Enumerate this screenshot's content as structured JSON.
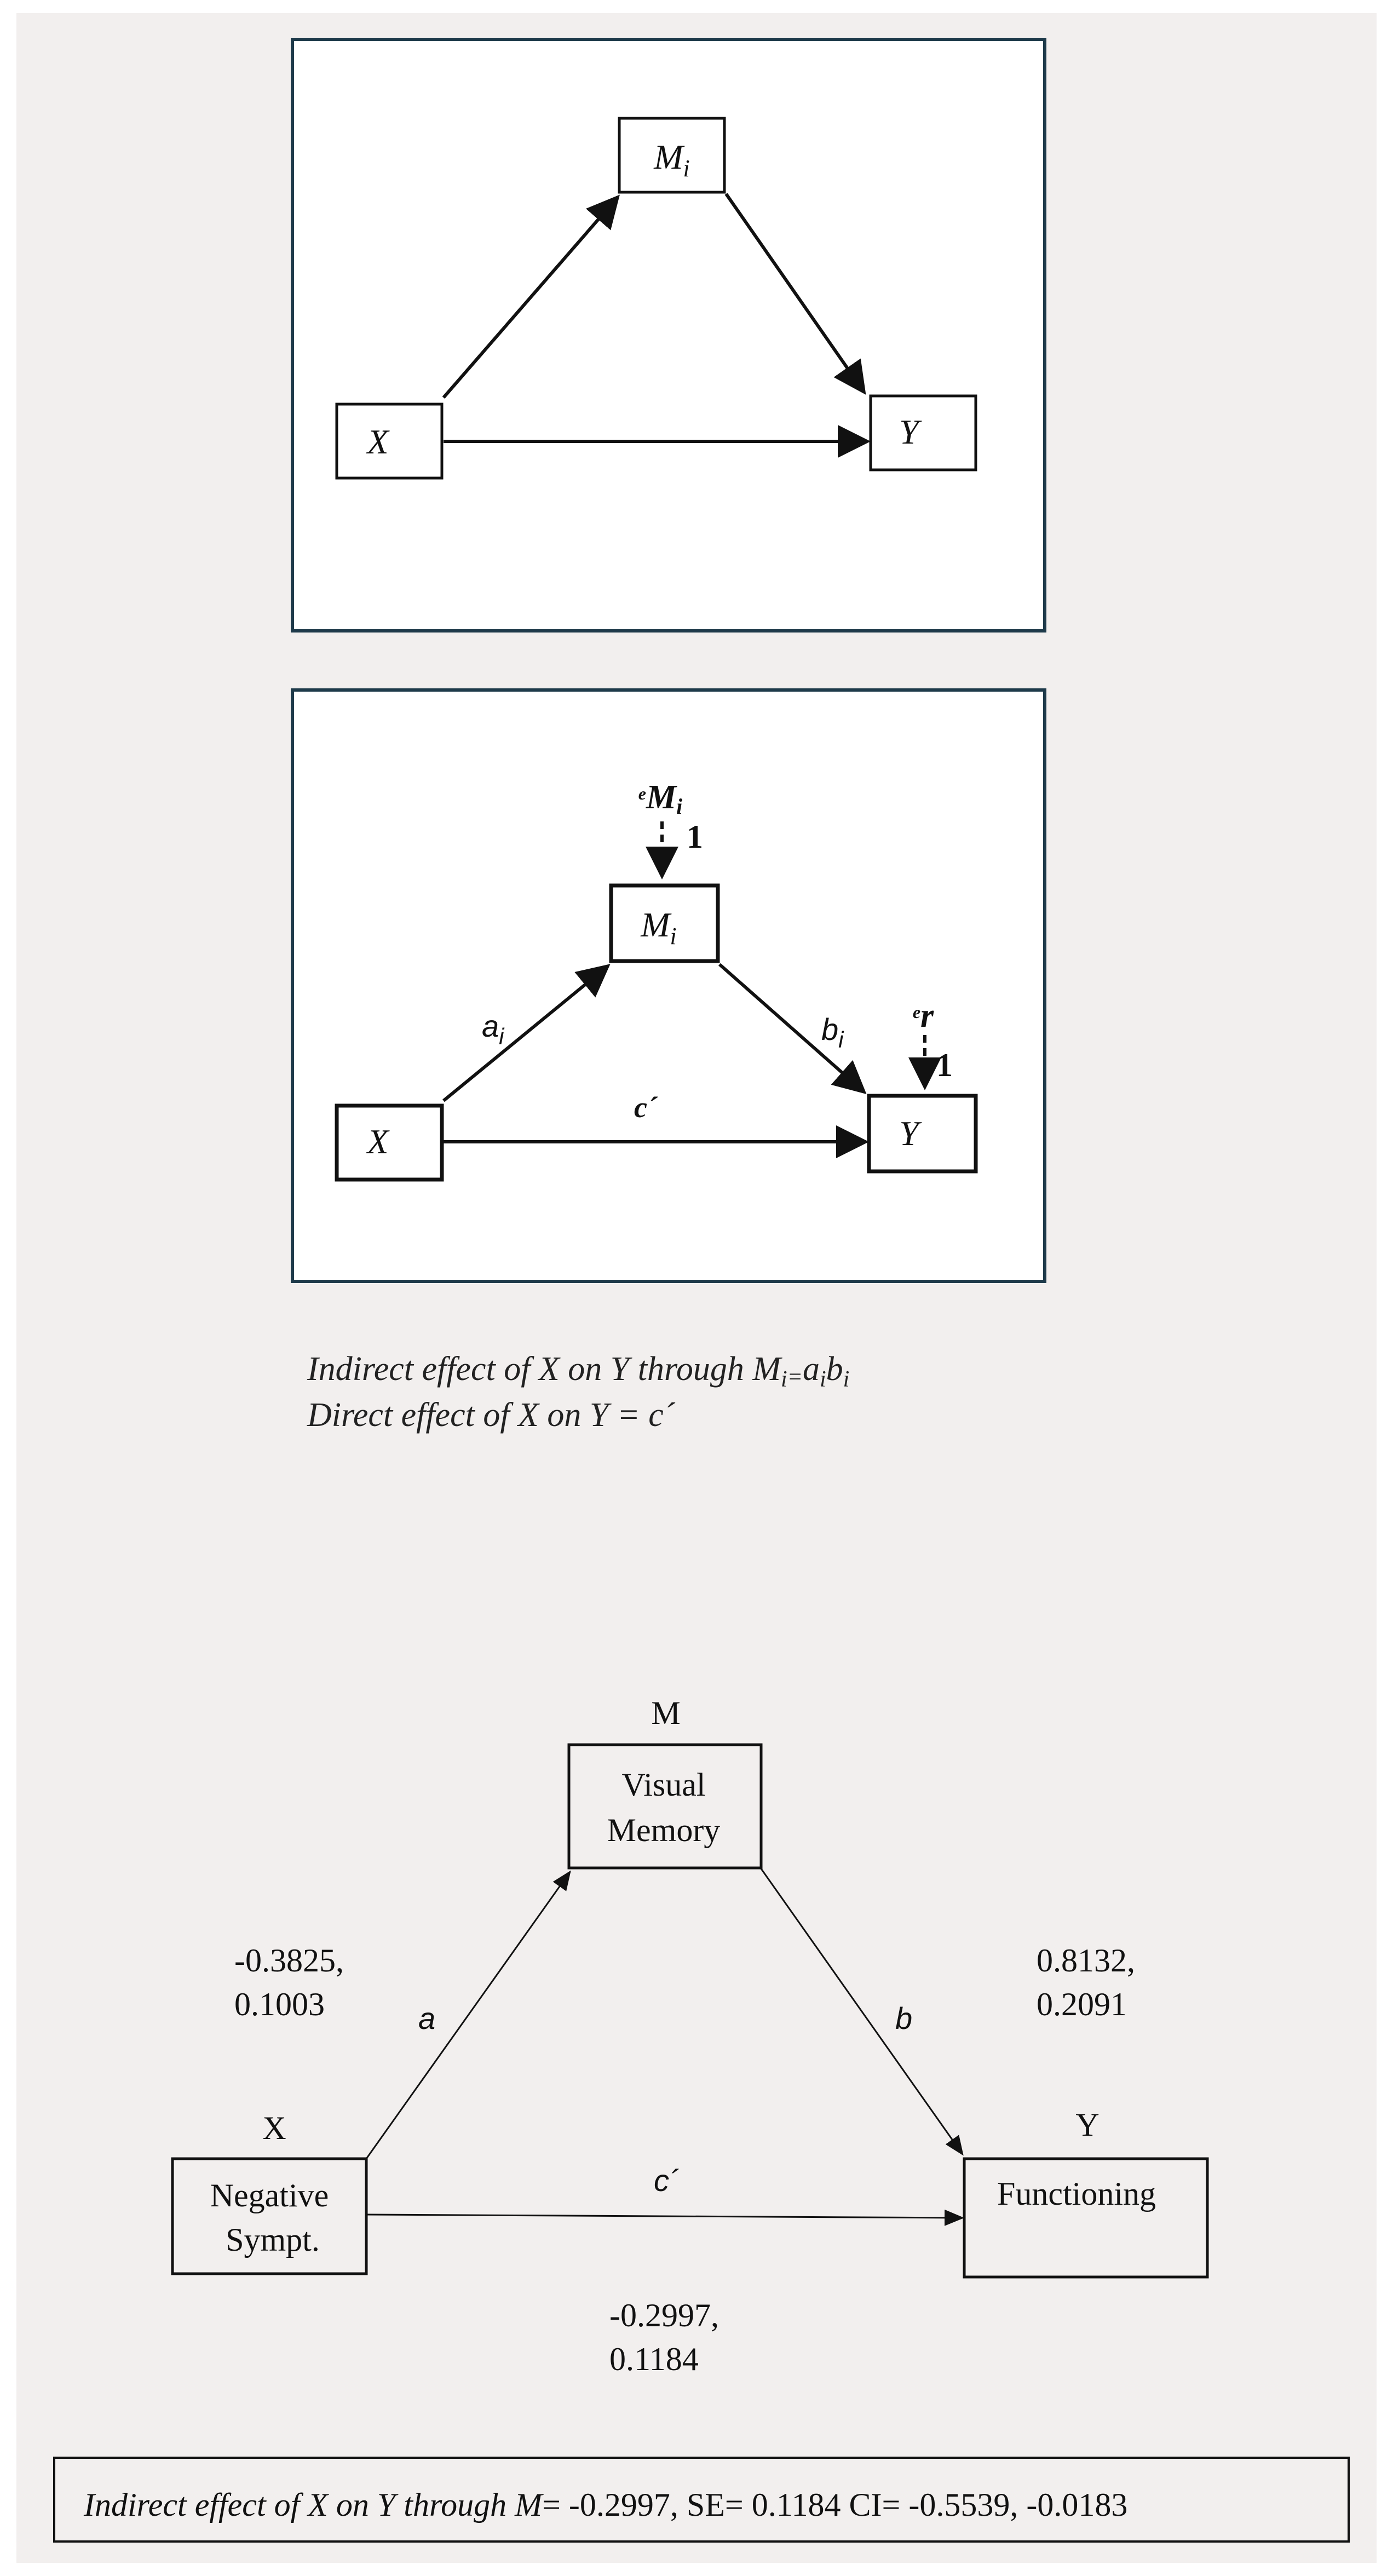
{
  "panel1": {
    "nodes": {
      "x": "X",
      "m": "M",
      "m_sub": "i",
      "y": "Y"
    }
  },
  "panel2": {
    "nodes": {
      "x": "X",
      "m": "M",
      "m_sub": "i",
      "y": "Y"
    },
    "paths": {
      "a": "a",
      "a_sub": "i",
      "b": "b",
      "b_sub": "i",
      "c": "c´"
    },
    "errors": {
      "em_prefix": "e",
      "em_main": "M",
      "em_sub": "i",
      "em_weight": "1",
      "er_prefix": "e",
      "er_main": "r",
      "er_weight": "1"
    }
  },
  "formulas": {
    "line1_prefix": "Indirect effect of X on Y through M",
    "line1_sub1": "i",
    "line1_eq": "=",
    "line1_a": "a",
    "line1_sub2": "i",
    "line1_b": "b",
    "line1_sub3": "i",
    "line2": "Direct effect of X on Y = c´"
  },
  "panel3": {
    "roles": {
      "m": "M",
      "x": "X",
      "y": "Y"
    },
    "nodes": {
      "m_line1": "Visual",
      "m_line2": "Memory",
      "x_line1": "Negative",
      "x_line2": "Sympt.",
      "y_line1": "Functioning"
    },
    "paths": {
      "a": "a",
      "b": "b",
      "c": "c´"
    },
    "coefficients": {
      "a_line1": "-0.3825,",
      "a_line2": "0.1003",
      "b_line1": "0.8132,",
      "b_line2": "0.2091",
      "c_line1": "-0.2997,",
      "c_line2": "0.1184"
    }
  },
  "summary": {
    "prefix": "Indirect effect of X on Y through M",
    "stats": "= -0.2997, SE= 0.1184 CI= -0.5539, -0.0183"
  }
}
